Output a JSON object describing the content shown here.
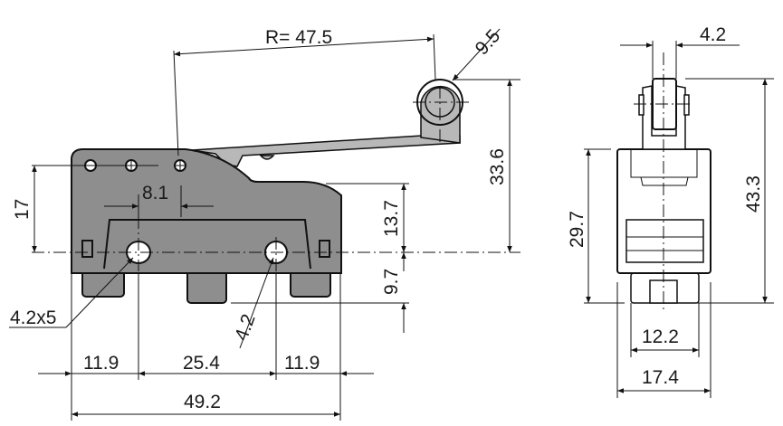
{
  "side_view": {
    "dimensions": {
      "lever_radius": "R= 47.5",
      "roller_diameter": "9.5",
      "total_height_side": "33.6",
      "upper_height": "13.7",
      "terminal_depth": "9.7",
      "hole_to_pivot_height": "17",
      "pivot_offset": "8.1",
      "mounting_hole_slot": "4.2x5",
      "mounting_hole": "4.2",
      "left_margin": "11.9",
      "hole_spacing": "25.4",
      "right_margin": "11.9",
      "total_length": "49.2"
    }
  },
  "front_view": {
    "dimensions": {
      "roller_width": "4.2",
      "total_height": "43.3",
      "body_height": "29.7",
      "terminal_width": "12.2",
      "body_width": "17.4"
    }
  },
  "colors": {
    "body": "#8e8e8e",
    "line": "#111111"
  }
}
